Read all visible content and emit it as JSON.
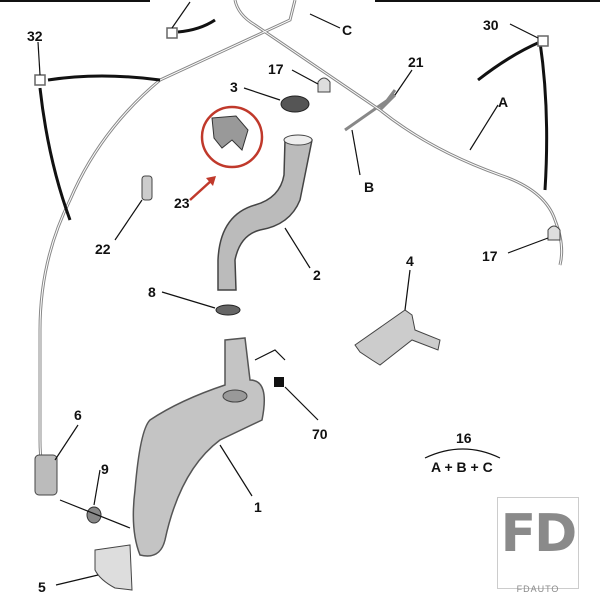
{
  "diagram": {
    "callouts": {
      "p32": "32",
      "pC": "C",
      "p30": "30",
      "p3": "3",
      "p17a": "17",
      "p21": "21",
      "pA": "A",
      "pB": "B",
      "p23": "23",
      "p22": "22",
      "p2": "2",
      "p17b": "17",
      "p4": "4",
      "p8": "8",
      "p70": "70",
      "p6": "6",
      "p9": "9",
      "p1": "1",
      "p16": "16",
      "p16sum": "A + B + C",
      "p5": "5"
    },
    "highlight_color": "#c0392b",
    "logo": {
      "mark": "FD",
      "name": "FDAUTO"
    }
  }
}
